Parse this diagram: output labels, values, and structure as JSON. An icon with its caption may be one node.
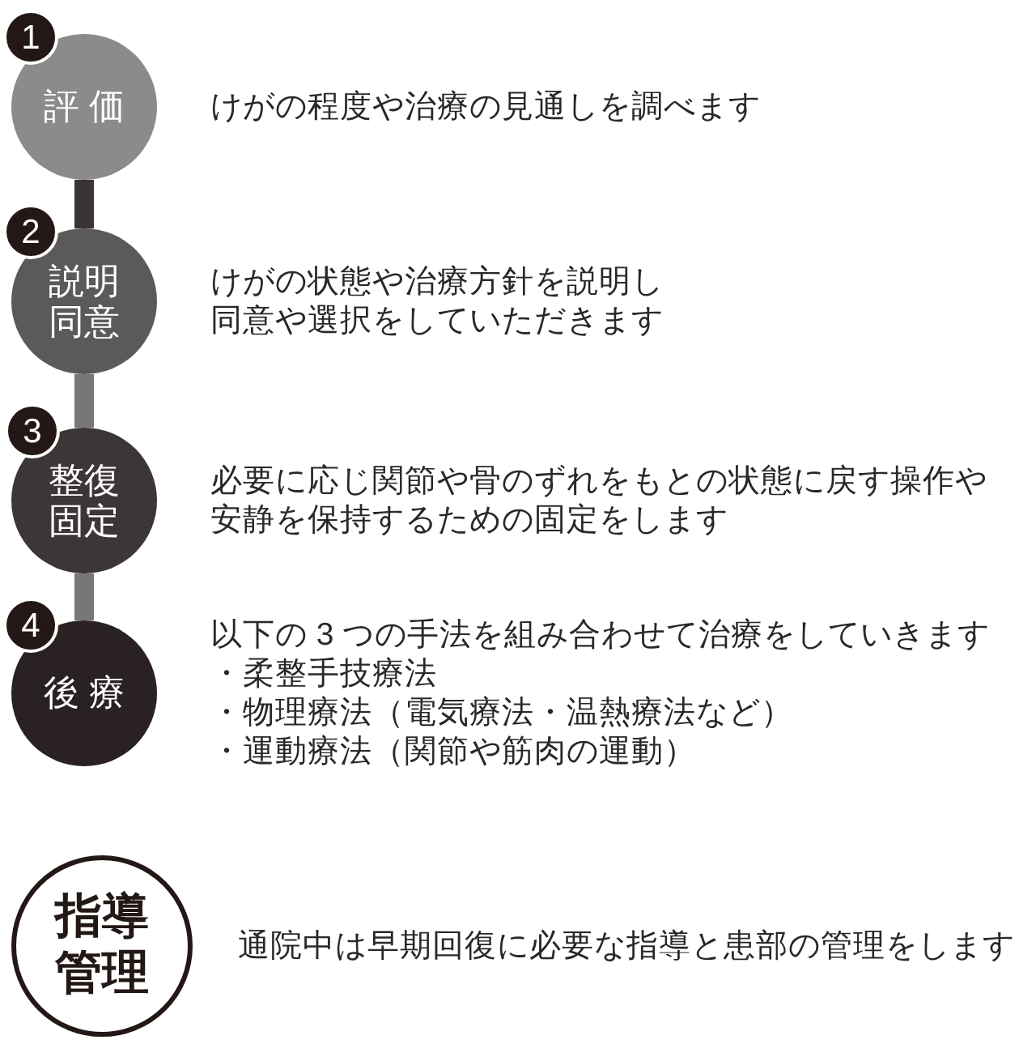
{
  "diagram": {
    "nodes": [
      {
        "text": [
          "1"
        ]
      },
      {
        "text": [
          "評 価"
        ],
        "beside": [
          "けがの程度や治療の見通しを調べます"
        ]
      },
      {
        "text": [
          "2"
        ]
      },
      {
        "text": [
          "説明同意"
        ],
        "beside": [
          "けがの状態や治療方針を説明し同意や選択をしていただきます"
        ]
      },
      {
        "text": [
          "3"
        ]
      },
      {
        "text": [
          "整復固定"
        ],
        "beside": [
          "必要に応じ関節や骨のずれをもとの状態に戻す操作や安静を保持するための固定をします"
        ]
      },
      {
        "text": [
          "4"
        ]
      },
      {
        "text": [
          "後 療"
        ],
        "beside": [
          "以下の 3 つの手法を組み合わせて治療をしていきます",
          "・柔整手技療法",
          "・物理療法（電気療法・温熱療法など）",
          "・運動療法（関節や筋肉の運動）"
        ]
      },
      {
        "text": [
          "指導管理"
        ],
        "beside": [
          "通院中は早期回復に必要な指導と患部の管理をします"
        ]
      }
    ],
    "edges": [
      {
        "from": 1,
        "to": 3,
        "arrow": "none",
        "color": "#3b3434"
      },
      {
        "from": 3,
        "to": 5,
        "arrow": "none"
      },
      {
        "from": 5,
        "to": 7,
        "arrow": "none"
      }
    ]
  }
}
